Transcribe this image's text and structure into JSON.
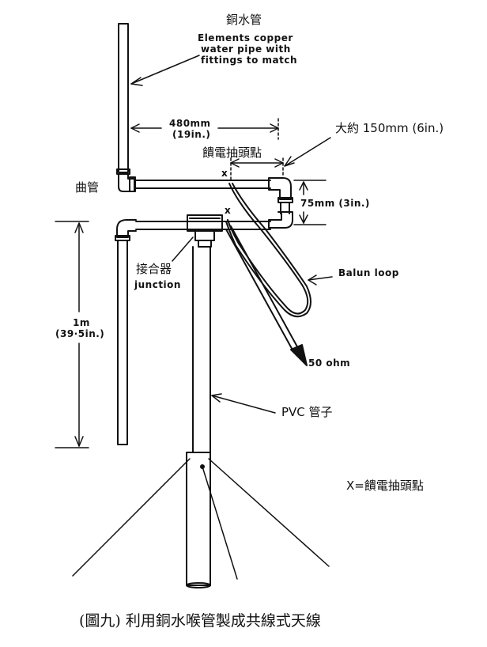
{
  "labels": {
    "copper_pipe_cn": "銅水管",
    "elements_line1": "Elements  copper",
    "elements_line2": "water pipe with",
    "elements_line3": "fittings to match",
    "width_mm": "480mm",
    "width_in": "(19in.)",
    "approx_150": "大約 150mm (6in.)",
    "feed_tap_top": "饋電抽頭點",
    "x_mark_top": "x",
    "x_mark_mid": "x",
    "elbow": "曲管",
    "gap_75": "75mm (3in.)",
    "junction_cn": "接合器",
    "junction_en": "junction",
    "balun_loop": "Balun loop",
    "height_1m": "1m",
    "height_in": "(39·5in.)",
    "ohm_50": "50 ohm",
    "pvc_pipe": "PVC 管子",
    "legend": "X=饋電抽頭點",
    "caption": "(圖九) 利用銅水喉管製成共線式天線"
  },
  "colors": {
    "ink": "#111111",
    "background": "#ffffff"
  }
}
